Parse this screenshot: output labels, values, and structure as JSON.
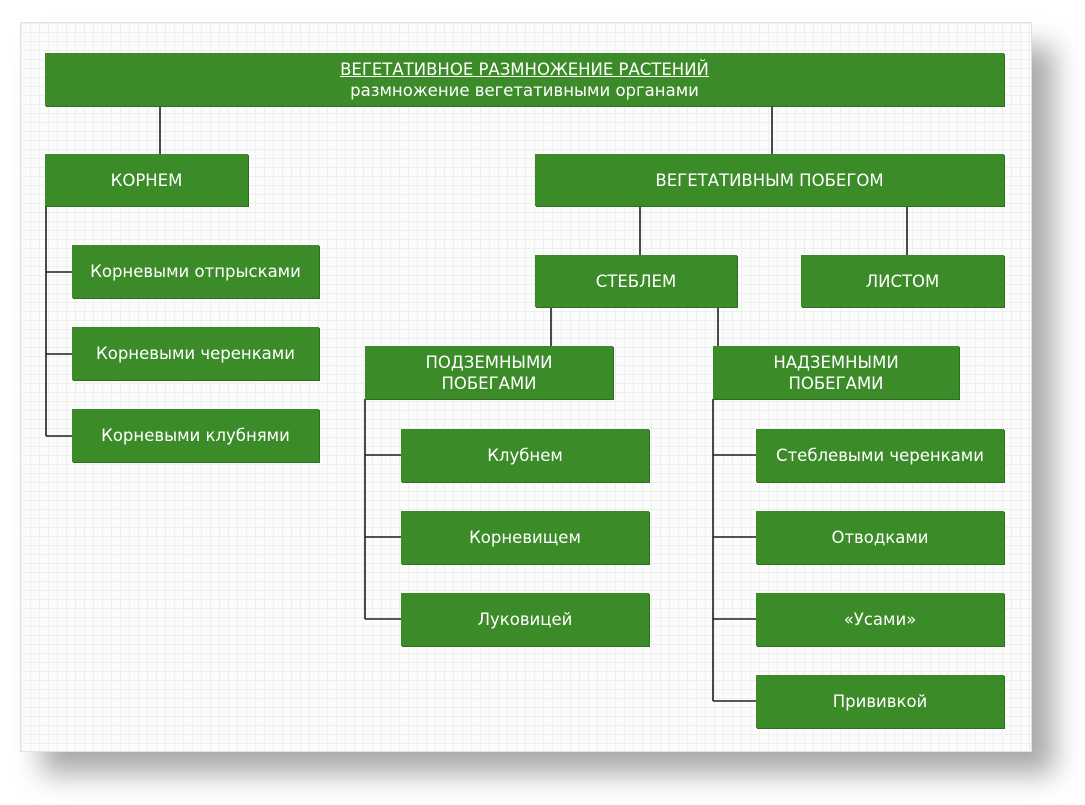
{
  "top": {
    "title": "ВЕГЕТАТИВНОЕ РАЗМНОЖЕНИЕ РАСТЕНИЙ",
    "subtitle": "размножение вегетативными органами"
  },
  "root_branch": {
    "label": "КОРНЕМ",
    "items": [
      "Корневыми отпрысками",
      "Корневыми черенками",
      "Корневыми клубнями"
    ]
  },
  "shoot_branch": {
    "label": "ВЕГЕТАТИВНЫМ ПОБЕГОМ",
    "stem": {
      "label": "СТЕБЛЕМ"
    },
    "leaf": {
      "label": "ЛИСТОМ"
    },
    "underground": {
      "label_line1": "ПОДЗЕМНЫМИ",
      "label_line2": "ПОБЕГАМИ",
      "items": [
        "Клубнем",
        "Корневищем",
        "Луковицей"
      ]
    },
    "aboveground": {
      "label_line1": "НАДЗЕМНЫМИ",
      "label_line2": "ПОБЕГАМИ",
      "items": [
        "Стеблевыми черенками",
        "Отводками",
        "«Усами»",
        "Прививкой"
      ]
    }
  }
}
